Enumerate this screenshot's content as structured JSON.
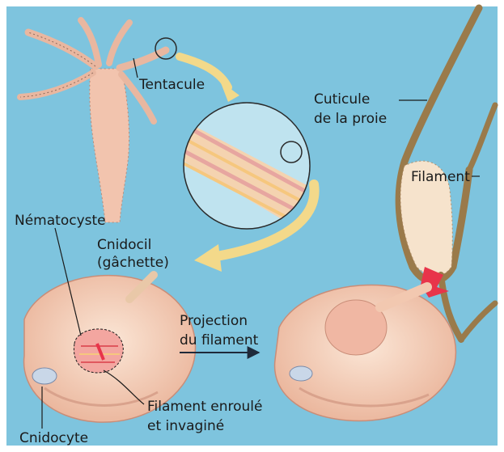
{
  "labels": {
    "tentacle": "Tentacule",
    "prey_cuticle_line1": "Cuticule",
    "prey_cuticle_line2": "de la proie",
    "filament": "Filament",
    "nematocyst": "Nématocyste",
    "cnidocil_line1": "Cnidocil",
    "cnidocil_line2": "(gâchette)",
    "projection_line1": "Projection",
    "projection_line2": "du filament",
    "coiled_line1": "Filament enroulé",
    "coiled_line2": "et invaginé",
    "cnidocyte": "Cnidocyte"
  },
  "colors": {
    "background": "#7ec4de",
    "frame": "#ffffff",
    "arrow_yellow": "#f3d98a",
    "tissue": "#f2c9b4",
    "prey_cuticle": "#9a7a4a",
    "sting": "#e8344a",
    "text": "#1a1a1a"
  }
}
